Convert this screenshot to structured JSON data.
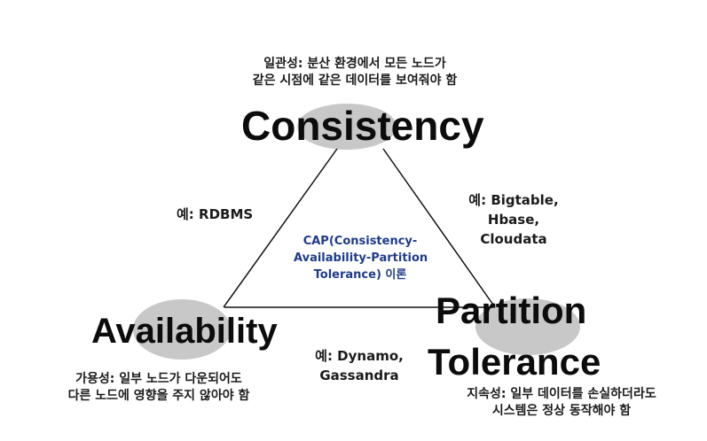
{
  "diagram": {
    "accent_color": "#1f3c88",
    "node_fill_color": "#c8c8c8",
    "center": {
      "line1": "CAP(Consistency-",
      "line2": "Availability-Partition",
      "line3": "Tolerance) 이론"
    },
    "nodes": {
      "consistency": {
        "title": "Consistency",
        "desc_line1": "일관성: 분산 환경에서 모든 노드가",
        "desc_line2": "같은 시점에 같은 데이터를 보여줘야 함"
      },
      "availability": {
        "title": "Availability",
        "desc_line1": "가용성: 일부 노드가 다운되어도",
        "desc_line2": "다른 노드에 영향을 주지 않아야 함"
      },
      "partition": {
        "title_line1": "Partition",
        "title_line2": "Tolerance",
        "desc_line1": "지속성: 일부 데이터를 손실하더라도",
        "desc_line2": "시스템은 정상 동작해야 함"
      }
    },
    "edges": {
      "consistency_availability": {
        "line1": "예: RDBMS"
      },
      "consistency_partition": {
        "line1": "예: Bigtable,",
        "line2": "Hbase,",
        "line3": "Cloudata"
      },
      "availability_partition": {
        "line1": "예: Dynamo,",
        "line2": "Gassandra"
      }
    }
  }
}
